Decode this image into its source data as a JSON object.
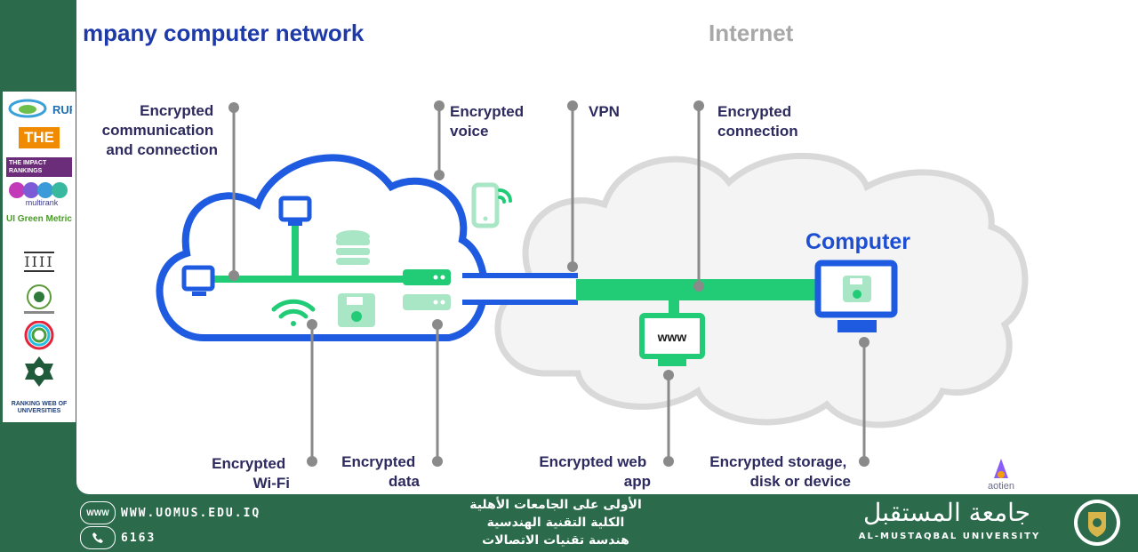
{
  "title": "mpany computer network",
  "internet_label": "Internet",
  "computer_label": "Computer",
  "www_label": "www",
  "labels": {
    "enc_comm": [
      "Encrypted",
      "communication",
      "and connection"
    ],
    "enc_voice": [
      "Encrypted",
      "voice"
    ],
    "vpn": [
      "VPN"
    ],
    "enc_conn": [
      "Encrypted",
      "connection"
    ],
    "enc_wifi": [
      "Encrypted",
      "Wi-Fi"
    ],
    "enc_data": [
      "Encrypted",
      "data"
    ],
    "enc_web": [
      "Encrypted web",
      "app"
    ],
    "enc_storage": [
      "Encrypted storage,",
      "disk or device"
    ]
  },
  "brand": "aotien",
  "sidebar_logos": [
    "RUR",
    "THE",
    "THE IMPACT RANKINGS",
    "multirank",
    "UI Green Metric",
    "IIII",
    "RANKING WEB OF UNIVERSITIES"
  ],
  "footer": {
    "website": "WWW.UOMUS.EDU.IQ",
    "website_icon": "WWW",
    "phone": "6163",
    "arabic_line1": "الأولى على الجامعات الأهلية",
    "arabic_line2": "الكلية التقنية الهندسية",
    "arabic_line3": "هندسة تقنيات الاتصالات",
    "university_ar": "جامعة المستقبل",
    "university_en": "AL-MUSTAQBAL UNIVERSITY"
  },
  "colors": {
    "blue": "#1e5be0",
    "green": "#22cc77",
    "navy": "#2c2a5e",
    "grey_cloud": "#d9d9d9",
    "footer_green": "#2b6b4c"
  }
}
